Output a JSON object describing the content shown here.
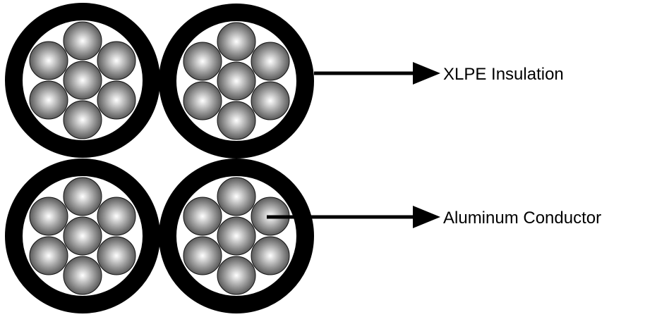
{
  "labels": {
    "insulation": "XLPE Insulation",
    "conductor": "Aluminum Conductor"
  },
  "cables": {
    "count": 4,
    "strands_per_cable": 7
  },
  "colors": {
    "insulation": "#000000",
    "strand_highlight": "#ffffff",
    "strand_shadow": "#4a4a4a"
  }
}
